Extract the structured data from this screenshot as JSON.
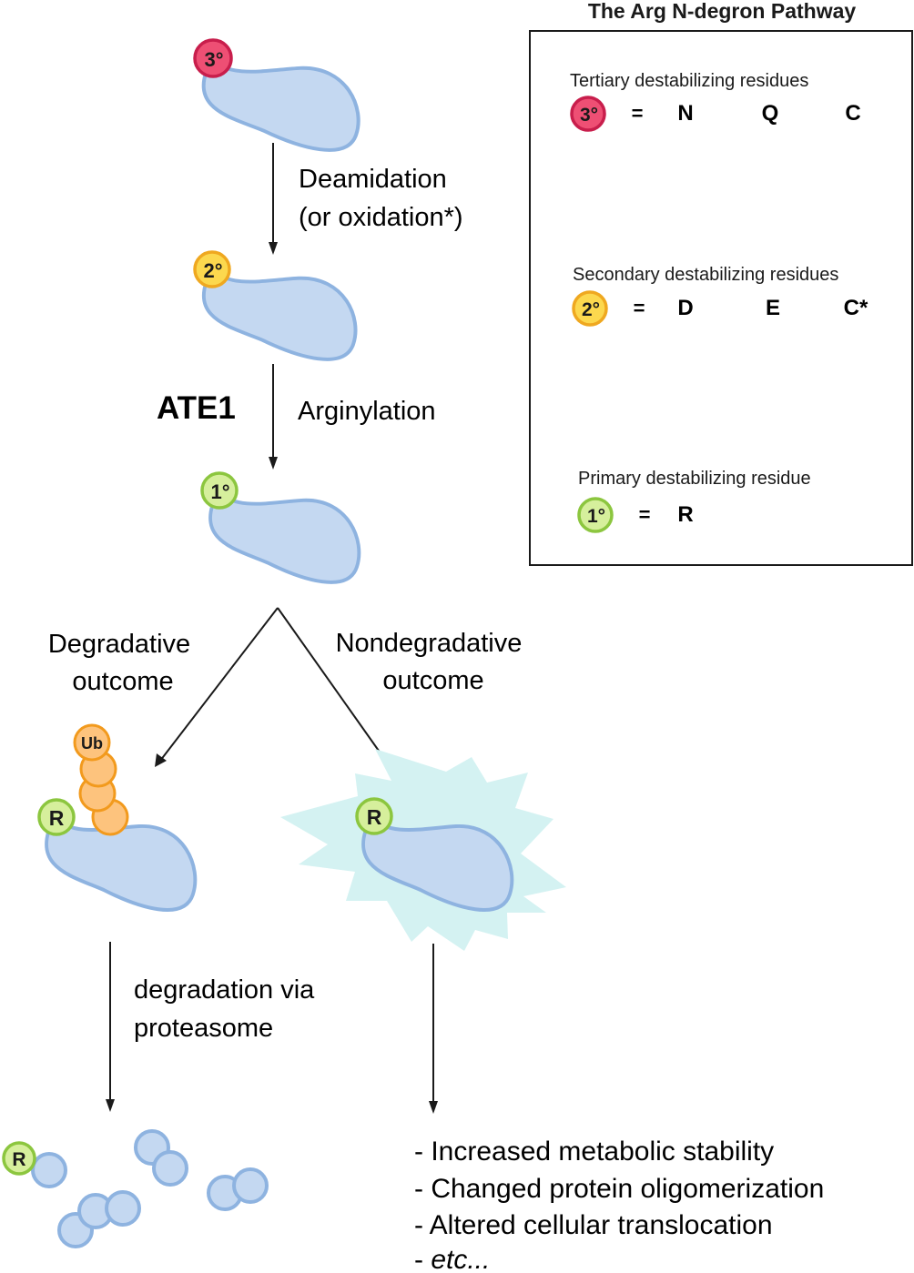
{
  "colors": {
    "protein_fill": "#c4d8f1",
    "protein_stroke": "#8eb3e0",
    "tertiary_fill": "#ee4f74",
    "tertiary_stroke": "#c81e4c",
    "secondary_fill": "#fcd84e",
    "secondary_stroke": "#efa820",
    "primary_fill": "#d6ef9c",
    "primary_stroke": "#8cc63f",
    "ub_fill": "#fdc37d",
    "ub_stroke": "#f29a1d",
    "starburst_fill": "#d4f2f2",
    "arrow": "#1a1a1a"
  },
  "legend": {
    "title": "The Arg N-degron Pathway",
    "tertiary": {
      "heading": "Tertiary destabilizing residues",
      "badge": "3°",
      "equals": "=",
      "residues": [
        "N",
        "Q",
        "C"
      ]
    },
    "secondary": {
      "heading": "Secondary destabilizing residues",
      "badge": "2°",
      "equals": "=",
      "residues": [
        "D",
        "E",
        "C*"
      ]
    },
    "primary": {
      "heading": "Primary destabilizing residue",
      "badge": "1°",
      "equals": "=",
      "residues": [
        "R"
      ]
    }
  },
  "pathway": {
    "badge_tertiary": "3°",
    "badge_secondary": "2°",
    "badge_primary": "1°",
    "step1_line1": "Deamidation",
    "step1_line2": "(or oxidation*)",
    "enzyme": "ATE1",
    "step2": "Arginylation",
    "degradative_line1": "Degradative",
    "degradative_line2": "outcome",
    "nondegradative_line1": "Nondegradative",
    "nondegradative_line2": "outcome",
    "ub_label": "Ub",
    "arg_label": "R",
    "proteasome_line1": "degradation via",
    "proteasome_line2": "proteasome",
    "outcomes": [
      "- Increased metabolic stability",
      "- Changed protein oligomerization",
      "- Altered cellular translocation"
    ],
    "outcome_etc_prefix": "- ",
    "outcome_etc": "etc..."
  }
}
